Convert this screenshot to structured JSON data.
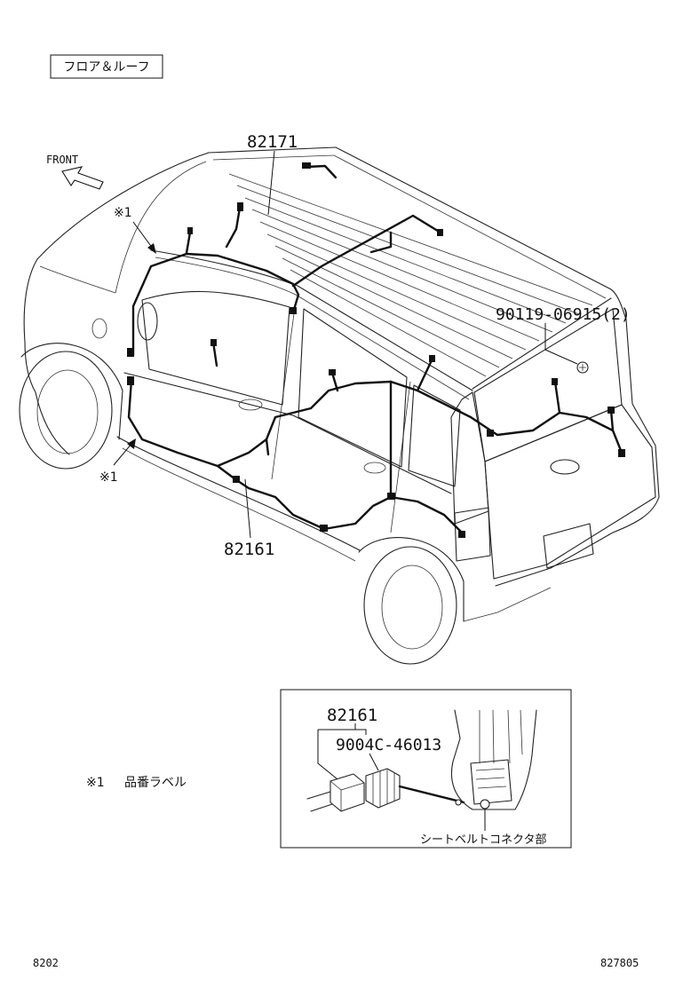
{
  "header": {
    "section_label": "フロア＆ルーフ"
  },
  "direction": {
    "front_label": "FRONT"
  },
  "callouts": {
    "part_roof_harness": "82171",
    "part_clamp": "90119-06915(2)",
    "part_floor_harness": "82161",
    "note_mark_top": "※1",
    "note_mark_bottom": "※1"
  },
  "note": {
    "mark": "※1",
    "text": "品番ラベル"
  },
  "inset": {
    "part_main": "82161",
    "part_sub": "9004C-46013",
    "caption": "シートベルトコネクタ部"
  },
  "footer": {
    "left_code": "8202",
    "right_code": "827805"
  }
}
